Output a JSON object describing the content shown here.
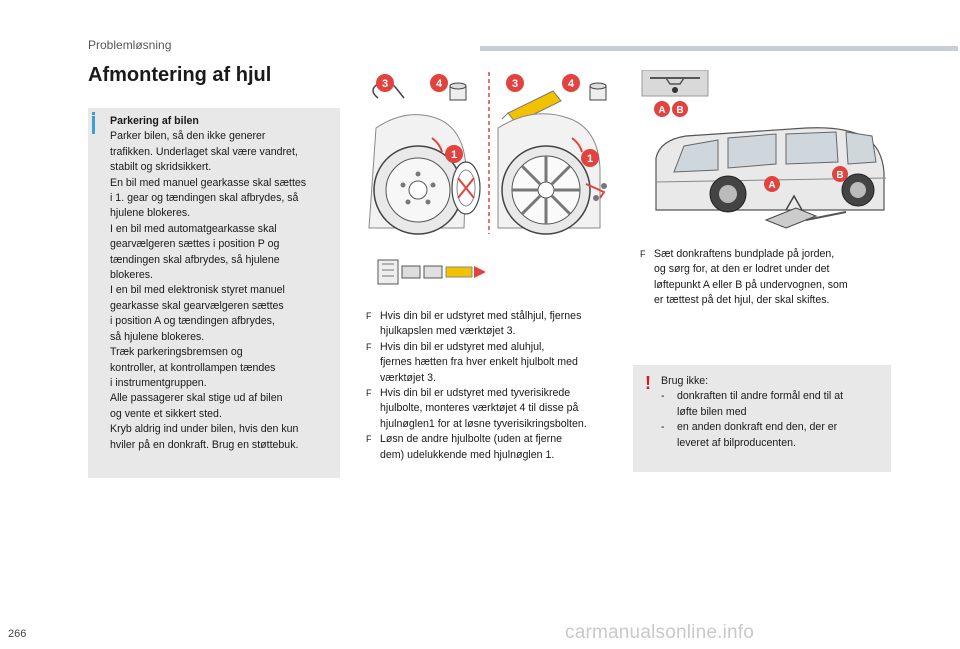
{
  "header": {
    "section": "Problemløsning"
  },
  "title": "Afmontering af hjul",
  "info_box": {
    "heading": "Parkering af bilen",
    "lines": [
      "Parker bilen, så den ikke generer",
      "trafikken. Underlaget skal være vandret,",
      "stabilt og skridsikkert.",
      "En bil med manuel gearkasse skal sættes",
      "i 1. gear og tændingen skal afbrydes, så",
      "hjulene blokeres.",
      "I en bil med automatgearkasse skal",
      "gearvælgeren sættes i position P og",
      "tændingen skal afbrydes, så hjulene",
      "blokeres.",
      "I en bil med elektronisk styret manuel",
      "gearkasse skal gearvælgeren sættes",
      "i position A og tændingen afbrydes,",
      "så hjulene blokeres.",
      "Træk parkeringsbremsen og",
      "kontroller, at kontrollampen tændes",
      "i instrumentgruppen.",
      "Alle passagerer skal stige ud af bilen",
      "og vente et sikkert sted.",
      "Kryb aldrig ind under bilen, hvis den kun",
      "hviler på en donkraft. Brug en støttebuk."
    ]
  },
  "middle_steps": {
    "marker": "F",
    "lines": [
      [
        "F",
        "Hvis din bil er udstyret med stålhjul, fjernes"
      ],
      [
        "",
        "hjulkapslen med værktøjet 3."
      ],
      [
        "F",
        "Hvis din bil er udstyret med aluhjul,"
      ],
      [
        "",
        "fjernes hætten fra hver enkelt hjulbolt med"
      ],
      [
        "",
        "værktøjet 3."
      ],
      [
        "F",
        "Hvis din bil er udstyret med tyverisikrede"
      ],
      [
        "",
        "hjulbolte, monteres værktøjet 4 til disse på"
      ],
      [
        "",
        "hjulnøglen1 for at løsne tyverisikringsbolten."
      ],
      [
        "F",
        "Løsn de andre hjulbolte (uden at fjerne"
      ],
      [
        "",
        "dem) udelukkende med hjulnøglen 1."
      ]
    ]
  },
  "right_steps": {
    "lines": [
      [
        "F",
        "Sæt donkraftens bundplade på jorden,"
      ],
      [
        "",
        "og sørg for, at den er lodret under det"
      ],
      [
        "",
        "løftepunkt A eller B på undervognen, som"
      ],
      [
        "",
        "er tættest på det hjul, der skal skiftes."
      ]
    ]
  },
  "warning": {
    "intro": "Brug ikke:",
    "items": [
      [
        "-",
        "donkraften til andre formål end til at"
      ],
      [
        "",
        "løfte bilen med"
      ],
      [
        "-",
        "en anden donkraft end den, der er"
      ],
      [
        "",
        "leveret af bilproducenten."
      ]
    ]
  },
  "figures": {
    "label_3": "3",
    "label_4": "4",
    "label_1": "1",
    "label_A": "A",
    "label_B": "B",
    "callout_color": "#e2433f",
    "accent_yellow": "#f2c200"
  },
  "page_number": "266",
  "watermark": "carmanualsonline.info"
}
